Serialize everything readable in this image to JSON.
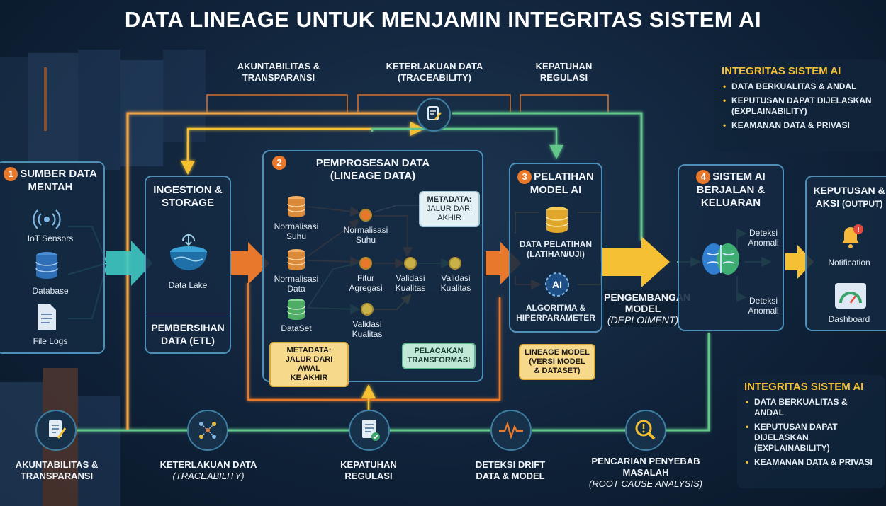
{
  "title": "DATA LINEAGE UNTUK MENJAMIN INTEGRITAS SISTEM AI",
  "top_labels": [
    {
      "line1": "AKUNTABILITAS &",
      "line2": "TRANSPARANSI"
    },
    {
      "line1": "KETERLAKUAN DATA",
      "line2": "(TRACEABILITY)"
    },
    {
      "line1": "KEPATUHAN",
      "line2": "REGULASI"
    }
  ],
  "source": {
    "number": "1",
    "title_line1": "SUMBER DATA",
    "title_line2": "MENTAH",
    "items": [
      "IoT Sensors",
      "Database",
      "File Logs"
    ]
  },
  "ingestion": {
    "title_line1": "INGESTION &",
    "title_line2": "STORAGE",
    "item": "Data Lake",
    "footer_line1": "PEMBERSIHAN",
    "footer_line2": "DATA (ETL)"
  },
  "processing": {
    "number": "2",
    "title_line1": "PEMPROSESAN DATA",
    "title_line2": "(LINEAGE DATA)",
    "sources": [
      {
        "line1": "Normalisasi",
        "line2": "Suhu"
      },
      {
        "line1": "Normalisasi",
        "line2": "Data"
      },
      {
        "line1": "DataSet",
        "line2": ""
      }
    ],
    "nodes": [
      {
        "line1": "Normalisasi",
        "line2": "Suhu"
      },
      {
        "line1": "Fitur",
        "line2": "Agregasi"
      },
      {
        "line1": "Validasi",
        "line2": "Kualitas"
      },
      {
        "line1": "Validasi",
        "line2": "Kualitas"
      },
      {
        "line1": "Validasi",
        "line2": "Kualitas"
      }
    ],
    "metadata_top": {
      "line1": "METADATA:",
      "line2": "JALUR DARI",
      "line3": "AKHIR"
    },
    "metadata_bottom": {
      "line1": "METADATA:",
      "line2": "JALUR DARI AWAL",
      "line3": "KE AKHIR"
    },
    "tracking": {
      "line1": "PELACAKAN",
      "line2": "TRANSFORMASI"
    }
  },
  "training": {
    "number": "3",
    "title_line1": "PELATIHAN",
    "title_line2": "MODEL AI",
    "data_line1": "DATA PELATIHAN",
    "data_line2": "(LATIHAN/UJI)",
    "algo_line1": "ALGORITMA &",
    "algo_line2": "HIPERPARAMETER",
    "ai_badge": "AI",
    "lineage": {
      "line1": "LINEAGE MODEL",
      "line2": "(VERSI MODEL",
      "line3": "& DATASET)"
    }
  },
  "deployment": {
    "line1": "PENGEMBANGAN",
    "line2": "MODEL",
    "line3": "(DEPLOIMENT)"
  },
  "running": {
    "number": "4",
    "title_line1": "SISTEM AI",
    "title_line2": "BERJALAN &",
    "title_line3": "KELUARAN",
    "outputs": [
      {
        "line1": "Deteksi",
        "line2": "Anomali"
      },
      {
        "line1": "Deteksi",
        "line2": "Anomali"
      }
    ]
  },
  "decision": {
    "title_line1": "KEPUTUSAN &",
    "title_line2": "AKSI",
    "title_suffix": "(OUTPUT)",
    "items": [
      "Notification",
      "Dashboard"
    ]
  },
  "integrity_top": {
    "title": "INTEGRITAS SISTEM AI",
    "items": [
      "DATA BERKUALITAS & ANDAL",
      "KEPUTUSAN DAPAT DIJELASKAN (EXPLAINABILITY)",
      "KEAMANAN DATA & PRIVASI"
    ]
  },
  "integrity_bottom": {
    "title": "INTEGRITAS SISTEM AI",
    "items": [
      "DATA BERKUALITAS & ANDAL",
      "KEPUTUSAN DAPAT DIJELASKAN (EXPLAINABILITY)",
      "KEAMANAN DATA & PRIVASI"
    ]
  },
  "bottom_labels": [
    {
      "line1": "AKUNTABILITAS &",
      "line2": "TRANSPARANSI",
      "line3": ""
    },
    {
      "line1": "KETERLAKUAN DATA",
      "line2": "(TRACEABILITY)",
      "line3": ""
    },
    {
      "line1": "KEPATUHAN",
      "line2": "REGULASI",
      "line3": ""
    },
    {
      "line1": "DETEKSI DRIFT",
      "line2": "DATA & MODEL",
      "line3": ""
    },
    {
      "line1": "PENCARIAN PENYEBAB",
      "line2": "MASALAH",
      "line3": "(ROOT CAUSE ANALYSIS)"
    }
  ],
  "icons": {
    "top_hub": "clipboard-pen-icon",
    "bottom": [
      "document-pen-icon",
      "network-nodes-icon",
      "checklist-icon",
      "pulse-wave-icon",
      "magnifier-warning-icon"
    ]
  },
  "colors": {
    "accent_orange": "#e8782b",
    "accent_yellow": "#f5c033",
    "accent_green": "#62c58a",
    "accent_teal": "#3ec9c4",
    "box_border": "#4d8fb8"
  }
}
